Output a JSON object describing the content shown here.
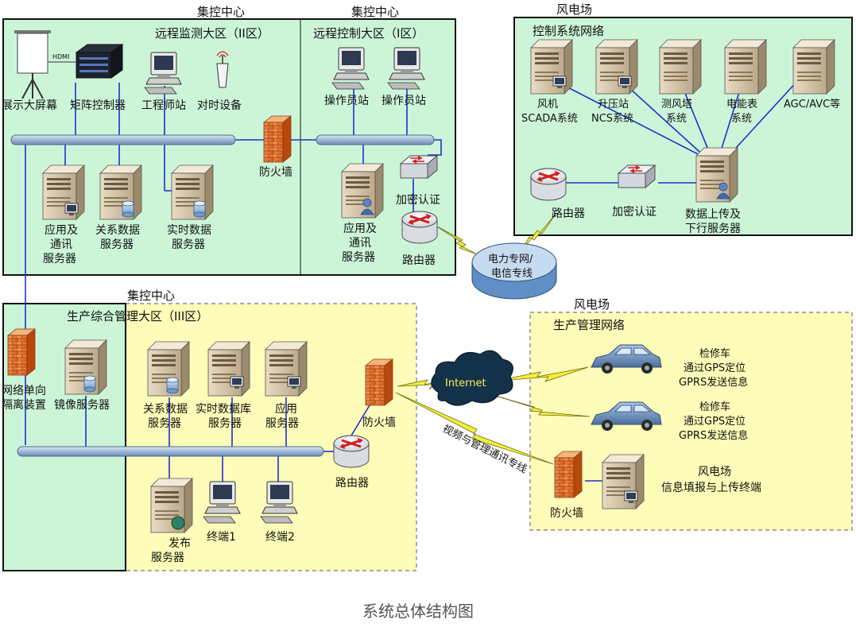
{
  "caption": "系统总体结构图",
  "headers": {
    "center_top_left": "集控中心",
    "center_top_right": "集控中心",
    "wind_top": "风电场",
    "center_mid": "集控中心",
    "wind_mid": "风电场"
  },
  "zones": {
    "zone2": "远程监测大区（II区）",
    "zone1": "远程控制大区（I区）",
    "control_net": "控制系统网络",
    "zone3": "生产综合管理大区（III区）",
    "prod_net": "生产管理网络"
  },
  "labels": {
    "screen": "展示大屏幕",
    "hdmi": "HDMI",
    "matrix": "矩阵控制器",
    "eng_station": "工程师站",
    "clock": "对时设备",
    "op1": "操作员站",
    "op2": "操作员站",
    "firewall_mid": "防火墙",
    "app_comm_2": [
      "应用及",
      "通讯",
      "服务器"
    ],
    "rel_db": [
      "关系数据",
      "服务器"
    ],
    "rt_db": [
      "实时数据",
      "服务器"
    ],
    "app_comm_1": [
      "应用及",
      "通讯",
      "服务器"
    ],
    "encrypt_1": "加密认证",
    "router_1": "路由器",
    "power_net": [
      "电力专网/",
      "电信专线"
    ],
    "scada": [
      "风机",
      "SCADA系统"
    ],
    "ncs": [
      "升压站",
      "NCS系统"
    ],
    "met": [
      "测风塔",
      "系统"
    ],
    "meter": [
      "电能表",
      "系统"
    ],
    "agc": "AGC/AVC等",
    "router_w": "路由器",
    "encrypt_w": "加密认证",
    "upload_srv": [
      "数据上传及",
      "下行服务器"
    ],
    "isolation": [
      "网络单向",
      "隔离装置"
    ],
    "mirror": "镜像服务器",
    "rel_db_3": [
      "关系数据",
      "服务器"
    ],
    "rtdb_3": [
      "实时数据库",
      "服务器"
    ],
    "app_3": [
      "应用",
      "服务器"
    ],
    "firewall_3": "防火墙",
    "router_3": "路由器",
    "publish": [
      "发布",
      "服务器"
    ],
    "term1": "终端1",
    "term2": "终端2",
    "internet": "Internet",
    "car1": [
      "检修车",
      "通过GPS定位",
      "GPRS发送信息"
    ],
    "car2": [
      "检修车",
      "通过GPS定位",
      "GPRS发送信息"
    ],
    "video_line": "视频与管理通讯专线",
    "firewall_w": "防火墙",
    "wind_terminal": [
      "风电场",
      "信息填报与上传终端"
    ]
  },
  "colors": {
    "green_zone": "#ccf5d8",
    "yellow_zone": "#fdfcb8",
    "bus": "#b7cbe3",
    "link": "#1f2fd0",
    "firewall": "#e36a1f",
    "cloud": "#13324a"
  }
}
